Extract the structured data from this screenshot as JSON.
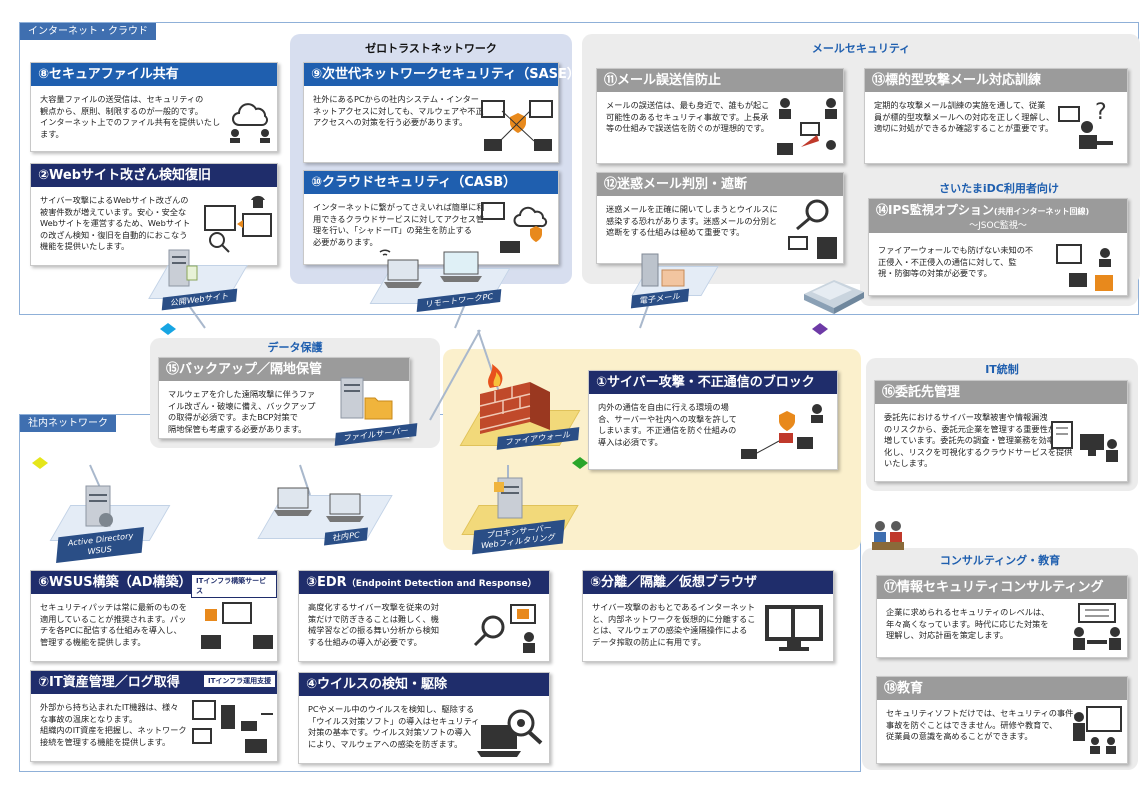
{
  "zones": {
    "internet": "インターネット・クラウド",
    "lan": "社内ネットワーク"
  },
  "panels": {
    "zero_trust": "ゼロトラストネットワーク",
    "mail_security": "メールセキュリティ",
    "saitama": "さいたまiDC利用者向け",
    "data_protection": "データ保護",
    "it_governance": "IT統制",
    "consulting": "コンサルティング・教育"
  },
  "cards": {
    "c8": {
      "title": "⑧セキュアファイル共有",
      "body": [
        "大容量ファイルの送受信は、セキュリティの",
        "観点から、原則、制限するのが一般的です。",
        "インターネット上でのファイル共有を提供いたし",
        "ます。"
      ]
    },
    "c2": {
      "title": "②Webサイト改ざん検知復旧",
      "body": [
        "サイバー攻撃によるWebサイト改ざんの",
        "被害件数が増えています。安心・安全な",
        "Webサイトを運営するため、Webサイト",
        "の改ざん検知・復旧を自動的におこなう",
        "機能を提供いたします。"
      ]
    },
    "c9": {
      "title": "⑨次世代ネットワークセキュリティ（SASE）",
      "body": [
        "社外にあるPCからの社内システム・インター",
        "ネットアクセスに対しても、マルウェアや不正",
        "アクセスへの対策を行う必要があります。"
      ]
    },
    "c10": {
      "title": "⑩クラウドセキュリティ（CASB）",
      "body": [
        "インターネットに繋がってさえいれば簡単に利",
        "用できるクラウドサービスに対してアクセス管",
        "理を行い、「シャドーIT」の発生を防止する",
        "必要があります。"
      ]
    },
    "c11": {
      "title": "⑪メール誤送信防止",
      "body": [
        "メールの誤送信は、最も身近で、誰もが起こ",
        "可能性のあるセキュリティ事故です。上長承",
        "等の仕組みで誤送信を防ぐのが理想的です。"
      ]
    },
    "c12": {
      "title": "⑫迷惑メール判別・遮断",
      "body": [
        "迷惑メールを正確に開いてしまうとウイルスに",
        "感染する恐れがあります。迷惑メールの分別と",
        "遮断をする仕組みは極めて重要です。"
      ]
    },
    "c13": {
      "title": "⑬標的型攻撃メール対応訓練",
      "body": [
        "定期的な攻撃メール訓練の実施を通して、従業",
        "員が標的型攻撃メールへの対応を正しく理解し、",
        "適切に対処ができるか確認することが重要です。"
      ]
    },
    "c14": {
      "title": "⑭IPS監視オプション",
      "title_small": "(共用インターネット回線)",
      "subtitle": "～JSOC監視～",
      "body": [
        "ファイアーウォールでも防げない未知の不",
        "正侵入・不正侵入の通信に対して、監",
        "視・防御等の対策が必要です。"
      ]
    },
    "c15": {
      "title": "⑮バックアップ／隔地保管",
      "body": [
        "マルウェアを介した遠隔攻撃に伴うファ",
        "イル改ざん・破壊に備え、バックアップ",
        "の取得が必須です。またBCP対策で",
        "隔地保管も考慮する必要があります。"
      ]
    },
    "c1": {
      "title": "①サイバー攻撃・不正通信のブロック",
      "body": [
        "内外の通信を自由に行える環境の場",
        "合、サーバーや社内への攻撃を許して",
        "しまいます。不正通信を防ぐ仕組みの",
        "導入は必須です。"
      ]
    },
    "c16": {
      "title": "⑯委託先管理",
      "body": [
        "委託先におけるサイバー攻撃被害や情報漏洩",
        "のリスクから、委託元企業を管理する重要性が",
        "増しています。委託先の調査・管理業務を効率",
        "化し、リスクを可視化するクラウドサービスを提供",
        "いたします。"
      ]
    },
    "c6": {
      "title": "⑥WSUS構築（AD構築）",
      "badge": "ITインフラ構築サービス",
      "body": [
        "セキュリティパッチは常に最新のものを",
        "適用していることが推奨されます。パッ",
        "チを各PCに配信する仕組みを導入し、",
        "管理する機能を提供します。"
      ]
    },
    "c7": {
      "title": "⑦IT資産管理／ログ取得",
      "badge": "ITインフラ運用支援",
      "body": [
        "外部から持ち込まれたIT機器は、様々",
        "な事故の温床となります。",
        "組織内のIT資産を把握し、ネットワーク",
        "接続を管理する機能を提供します。"
      ]
    },
    "c3": {
      "title": "③EDR",
      "title_small": "（Endpoint Detection and Response）",
      "body": [
        "高度化するサイバー攻撃を従来の対",
        "策だけで防ぎきることは難しく、機",
        "械学習などの振る舞い分析から検知",
        "する仕組みの導入が必要です。"
      ]
    },
    "c4": {
      "title": "④ウイルスの検知・駆除",
      "body": [
        "PCやメール中のウイルスを検知し、駆除する",
        "「ウイルス対策ソフト」の導入はセキュリティ",
        "対策の基本です。ウイルス対策ソフトの導入",
        "により、マルウェアへの感染を防ぎます。"
      ]
    },
    "c5": {
      "title": "⑤分離／隔離／仮想ブラウザ",
      "body": [
        "サイバー攻撃のおもとであるインターネット",
        "と、内部ネットワークを仮想的に分離するこ",
        "とは、マルウェアの感染や遠隔操作による",
        "データ搾取の防止に有用です。"
      ]
    },
    "c17": {
      "title": "⑰情報セキュリティコンサルティング",
      "body": [
        "企業に求められるセキュリティのレベルは、",
        "年々高くなっています。時代に応じた対策を",
        "理解し、対応計画を策定します。"
      ]
    },
    "c18": {
      "title": "⑱教育",
      "body": [
        "セキュリティソフトだけでは、セキュリティの事件、",
        "事故を防ぐことはできません。研修や教育で、",
        "従業員の意識を高めることができます。"
      ]
    }
  },
  "labels": {
    "public_web": "公開Webサイト",
    "remote_pc": "リモートワークPC",
    "mail_server": "電子メール",
    "file_server": "ファイルサーバー",
    "firewall": "ファイアウォール",
    "ad": "Active Directory",
    "wsus": "WSUS",
    "lan_pc": "社内PC",
    "proxy": [
      "プロキシサーバー",
      "Webフィルタリング"
    ]
  },
  "colors": {
    "navy": "#1f2d6b",
    "blue": "#1f5faf",
    "gray": "#9b9b9b",
    "zero_trust_bg": "#d7deef",
    "mail_bg": "#ececec",
    "backbone_bg": "#fbf0cc"
  }
}
